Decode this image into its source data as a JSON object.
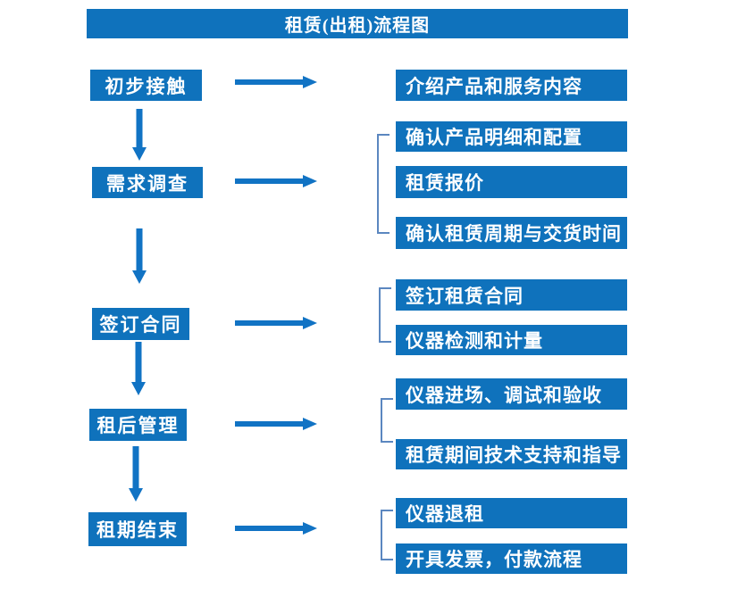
{
  "title": "租赁(出租)流程图",
  "colors": {
    "primary": "#0F72BC",
    "arrow": "#1173C4",
    "bracket": "#5B87C0",
    "text_on_primary": "#FFFFFF",
    "background": "#FFFFFF"
  },
  "steps": [
    {
      "label": "初步接触"
    },
    {
      "label": "需求调查"
    },
    {
      "label": "签订合同"
    },
    {
      "label": "租后管理"
    },
    {
      "label": "租期结束"
    }
  ],
  "detail_groups": [
    {
      "step": "初步接触",
      "items": [
        "介绍产品和服务内容"
      ]
    },
    {
      "step": "需求调查",
      "items": [
        "确认产品明细和配置",
        "租赁报价",
        "确认租赁周期与交货时间"
      ]
    },
    {
      "step": "签订合同",
      "items": [
        "签订租赁合同",
        "仪器检测和计量"
      ]
    },
    {
      "step": "租后管理",
      "items": [
        "仪器进场、调试和验收",
        "租赁期间技术支持和指导"
      ]
    },
    {
      "step": "租期结束",
      "items": [
        "仪器退租",
        "开具发票，付款流程"
      ]
    }
  ]
}
